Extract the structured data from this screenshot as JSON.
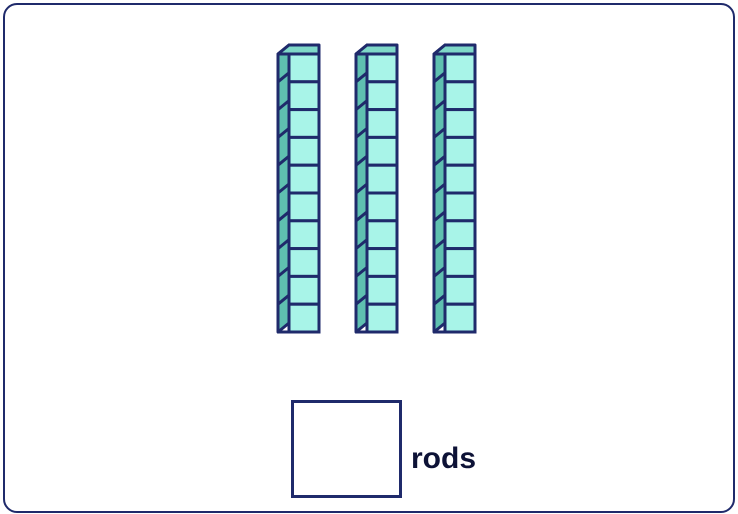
{
  "rods": {
    "count": 3,
    "cubes_per_rod": 10
  },
  "answer": {
    "value": "",
    "unit_label": "rods"
  },
  "colors": {
    "cube_front": "#a8f4e8",
    "cube_top": "#7fd8c8",
    "cube_side": "#5fc0b0",
    "outline": "#1f2a6b"
  }
}
